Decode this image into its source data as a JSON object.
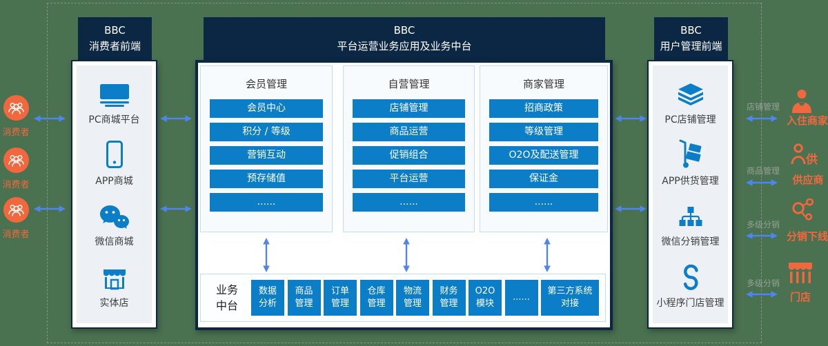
{
  "colors": {
    "background": "#4a7150",
    "navy": "#0c2744",
    "accent_blue": "#0c7ec8",
    "arrow_blue": "#4e86ec",
    "orange": "#f2683e",
    "gray_label": "#96a098"
  },
  "left_actors": {
    "items": [
      {
        "icon": "consumers-icon",
        "label": "消费者"
      },
      {
        "icon": "consumers-icon",
        "label": "消费者"
      },
      {
        "icon": "consumers-icon",
        "label": "消费者"
      }
    ]
  },
  "left_panel": {
    "title": "BBC\n消费者前端",
    "items": [
      {
        "icon": "desktop-icon",
        "label": "PC商城平台"
      },
      {
        "icon": "smartphone-icon",
        "label": "APP商城"
      },
      {
        "icon": "wechat-icon",
        "label": "微信商城"
      },
      {
        "icon": "storefront-icon",
        "label": "实体店"
      }
    ]
  },
  "center_panel": {
    "title": "BBC\n平台运营业务应用及业务中台",
    "columns": [
      {
        "title": "会员管理",
        "buttons": [
          "会员中心",
          "积分 / 等级",
          "营销互动",
          "预存储值",
          "......"
        ]
      },
      {
        "title": "自营管理",
        "buttons": [
          "店铺管理",
          "商品运营",
          "促销组合",
          "平台运营",
          "......"
        ]
      },
      {
        "title": "商家管理",
        "buttons": [
          "招商政策",
          "等级管理",
          "O2O及配送管理",
          "保证金",
          "......"
        ]
      }
    ],
    "bottom": {
      "label": "业务\n中台",
      "modules": [
        "数据\n分析",
        "商品\n管理",
        "订单\n管理",
        "仓库\n管理",
        "物流\n管理",
        "财务\n管理",
        "O2O\n模块",
        "......",
        "第三方系统\n对接"
      ]
    }
  },
  "right_panel": {
    "title": "BBC\n用户管理前端",
    "items": [
      {
        "icon": "layers-icon",
        "label": "PC店铺管理"
      },
      {
        "icon": "handtruck-icon",
        "label": "APP供货管理"
      },
      {
        "icon": "org-chart-icon",
        "label": "微信分销管理"
      },
      {
        "icon": "miniprogram-icon",
        "label": "小程序门店管理"
      }
    ]
  },
  "right_actors": {
    "rows": [
      {
        "flow_label": "店铺管理",
        "icon": "businessman-icon",
        "label": "入住商家"
      },
      {
        "flow_label": "商品管理",
        "icon": "supplier-icon",
        "icon_char": "供",
        "label": "供应商"
      },
      {
        "flow_label": "多级分销",
        "icon": "share-icon",
        "label": "分销下线"
      },
      {
        "flow_label": "多级分销",
        "icon": "store-icon",
        "label": "门店"
      }
    ]
  }
}
